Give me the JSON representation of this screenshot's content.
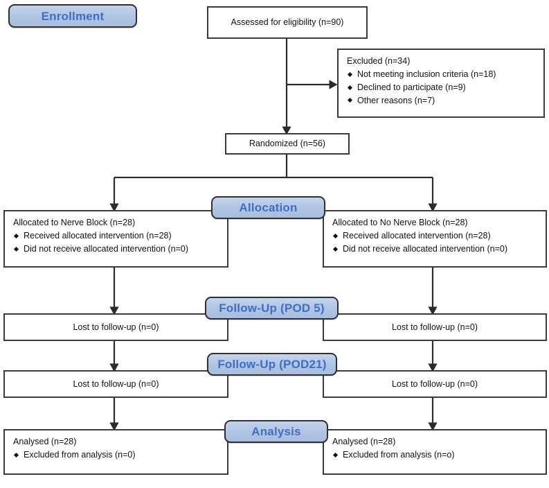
{
  "diagram": {
    "type": "consort-flow-diagram",
    "title": "CONSORT participant flow diagram",
    "accent_color": "#b0c4e3",
    "band_text_color": "#3d6fc4",
    "box_border_color": "#3a3a3a",
    "background": "#ffffff"
  },
  "bands": {
    "enrollment": "Enrollment",
    "allocation": "Allocation",
    "followup1": "Follow-Up (POD 5)",
    "followup2": "Follow-Up (POD21)",
    "analysis": "Analysis"
  },
  "enrollment": {
    "assessed": "Assessed for eligibility (n=90)",
    "excluded_heading": "Excluded (n=34)",
    "excluded_reasons": [
      "Not meeting inclusion criteria (n=18)",
      "Declined to participate (n=9)",
      "Other reasons (n=7)"
    ],
    "randomized": "Randomized (n=56)"
  },
  "allocation": {
    "left": {
      "heading": "Allocated to Nerve Block (n=28)",
      "items": [
        "Received allocated intervention (n=28)",
        "Did not receive allocated intervention (n=0)"
      ]
    },
    "right": {
      "heading": "Allocated to No Nerve Block (n=28)",
      "items": [
        "Received allocated intervention (n=28)",
        "Did not receive allocated intervention (n=0)"
      ]
    }
  },
  "followup_pod5": {
    "left": "Lost to follow-up (n=0)",
    "right": "Lost to follow-up (n=0)"
  },
  "followup_pod21": {
    "left": "Lost to follow-up (n=0)",
    "right": "Lost to follow-up (n=0)"
  },
  "analysis": {
    "left": {
      "heading": "Analysed (n=28)",
      "items": [
        "Excluded from analysis (n=0)"
      ]
    },
    "right": {
      "heading": "Analysed (n=28)",
      "items": [
        "Excluded from analysis (n=o)"
      ]
    }
  },
  "chart_data": {
    "type": "flow",
    "title": "CONSORT flow: Nerve Block vs No Nerve Block",
    "nodes": [
      {
        "id": "assessed",
        "label": "Assessed for eligibility",
        "n": 90
      },
      {
        "id": "excluded",
        "label": "Excluded",
        "n": 34
      },
      {
        "id": "excl_criteria",
        "label": "Not meeting inclusion criteria",
        "n": 18
      },
      {
        "id": "excl_declined",
        "label": "Declined to participate",
        "n": 9
      },
      {
        "id": "excl_other",
        "label": "Other reasons",
        "n": 7
      },
      {
        "id": "randomized",
        "label": "Randomized",
        "n": 56
      },
      {
        "id": "alloc_left",
        "label": "Allocated to Nerve Block",
        "n": 28
      },
      {
        "id": "alloc_right",
        "label": "Allocated to No Nerve Block",
        "n": 28
      },
      {
        "id": "lost_pod5_left",
        "label": "Lost to follow-up (POD 5), Nerve Block",
        "n": 0
      },
      {
        "id": "lost_pod5_right",
        "label": "Lost to follow-up (POD 5), No Nerve Block",
        "n": 0
      },
      {
        "id": "lost_pod21_left",
        "label": "Lost to follow-up (POD21), Nerve Block",
        "n": 0
      },
      {
        "id": "lost_pod21_right",
        "label": "Lost to follow-up (POD21), No Nerve Block",
        "n": 0
      },
      {
        "id": "analysed_left",
        "label": "Analysed, Nerve Block",
        "n": 28
      },
      {
        "id": "analysed_right",
        "label": "Analysed, No Nerve Block",
        "n": 28
      },
      {
        "id": "excl_an_left",
        "label": "Excluded from analysis, Nerve Block",
        "n": 0
      },
      {
        "id": "excl_an_right",
        "label": "Excluded from analysis, No Nerve Block",
        "n": 0
      }
    ],
    "edges": [
      {
        "from": "assessed",
        "to": "excluded"
      },
      {
        "from": "assessed",
        "to": "randomized"
      },
      {
        "from": "randomized",
        "to": "alloc_left"
      },
      {
        "from": "randomized",
        "to": "alloc_right"
      },
      {
        "from": "alloc_left",
        "to": "lost_pod5_left"
      },
      {
        "from": "alloc_right",
        "to": "lost_pod5_right"
      },
      {
        "from": "lost_pod5_left",
        "to": "lost_pod21_left"
      },
      {
        "from": "lost_pod5_right",
        "to": "lost_pod21_right"
      },
      {
        "from": "lost_pod21_left",
        "to": "analysed_left"
      },
      {
        "from": "lost_pod21_right",
        "to": "analysed_right"
      }
    ],
    "stages": [
      "Enrollment",
      "Allocation",
      "Follow-Up (POD 5)",
      "Follow-Up (POD21)",
      "Analysis"
    ]
  }
}
